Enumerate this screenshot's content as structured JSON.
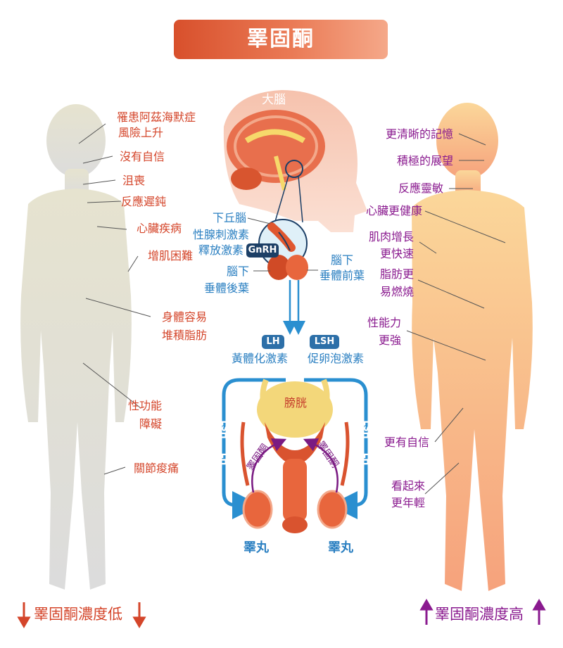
{
  "title": "睪固酮",
  "brain_label": "大腦",
  "left_effects": [
    "罹患阿茲海默症",
    "風險上升",
    "沒有自信",
    "沮喪",
    "反應遲鈍",
    "心臟疾病",
    "增肌困難",
    "身體容易",
    "堆積脂肪",
    "性功能",
    "障礙",
    "關節痠痛"
  ],
  "right_effects": [
    "更清晰的記憶",
    "積極的展望",
    "反應靈敏",
    "心臟更健康",
    "肌肉增長",
    "更快速",
    "脂肪更",
    "易燃燒",
    "性能力",
    "更強",
    "更有自信",
    "看起來",
    "更年輕"
  ],
  "hormone_path": {
    "hypothalamus": "下丘腦",
    "gnrh_line1": "性腺刺激素",
    "gnrh_line2": "釋放激素",
    "gnrh_badge": "GnRH",
    "posterior_1": "腦下",
    "posterior_2": "垂體後葉",
    "anterior_1": "腦下",
    "anterior_2": "垂體前葉",
    "lh_badge": "LH",
    "lh_label": "黃體化激素",
    "lsh_badge": "LSH",
    "lsh_label": "促卵泡激素",
    "bladder": "膀胱",
    "side_lsh": "LSH",
    "side_lh": "LH",
    "testosterone_arc": "睪固酮",
    "testis_left": "睪丸",
    "testis_right": "睪丸"
  },
  "bottom": {
    "low": "睪固酮濃度低",
    "high": "睪固酮濃度高"
  },
  "colors": {
    "low_text": "#d4452a",
    "high_text": "#8a1a8f",
    "path_blue": "#2a8fd0",
    "low_body": "#e8e6d6",
    "high_body": "#f9c57a"
  }
}
